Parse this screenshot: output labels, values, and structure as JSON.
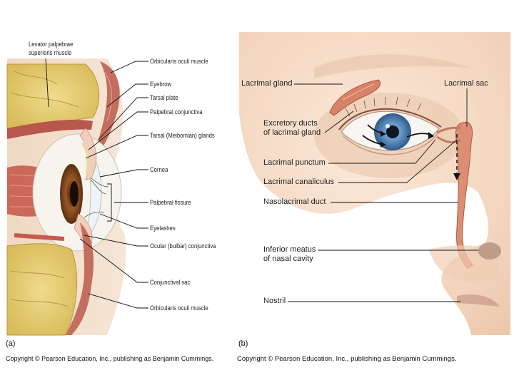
{
  "panel_a": {
    "tag": "(a)",
    "labels": {
      "levator": "Levator palpebrae",
      "levator2": "superioris muscle",
      "orbicularis_top": "Orbicularis oculi muscle",
      "eyebrow": "Eyebrow",
      "tarsal_plate": "Tarsal plate",
      "palpebral_conj": "Palpebral conjunctiva",
      "tarsal_glands": "Tarsal (Meibomian) glands",
      "cornea": "Cornea",
      "palpebral_fissure": "Palpebral fissure",
      "eyelashes": "Eyelashes",
      "ocular_conj": "Ocular (bulbar) conjunctiva",
      "conj_sac": "Conjunctival sac",
      "orbicularis_bottom": "Orbicularis oculi muscle"
    },
    "copyright": "Copyright © Pearson Education, Inc., publishing as Benjamin Cummings."
  },
  "panel_b": {
    "tag": "(b)",
    "labels": {
      "lacrimal_gland": "Lacrimal gland",
      "lacrimal_sac": "Lacrimal sac",
      "excretory1": "Excretory ducts",
      "excretory2": "of lacrimal gland",
      "punctum": "Lacrimal punctum",
      "canaliculus": "Lacrimal canaliculus",
      "nasolacrimal": "Nasolacrimal duct",
      "meatus1": "Inferior meatus",
      "meatus2": "of nasal cavity",
      "nostril": "Nostril"
    },
    "copyright": "Copyright © Pearson Education, Inc., publishing as Benjamin Cummings."
  },
  "colors": {
    "muscle": "#c9766a",
    "fat": "#e8d27a",
    "skin": "#f3dcc6",
    "iris_brown": "#8a4a1e",
    "iris_blue": "#5a8fc4",
    "duct": "#d98a6e"
  }
}
